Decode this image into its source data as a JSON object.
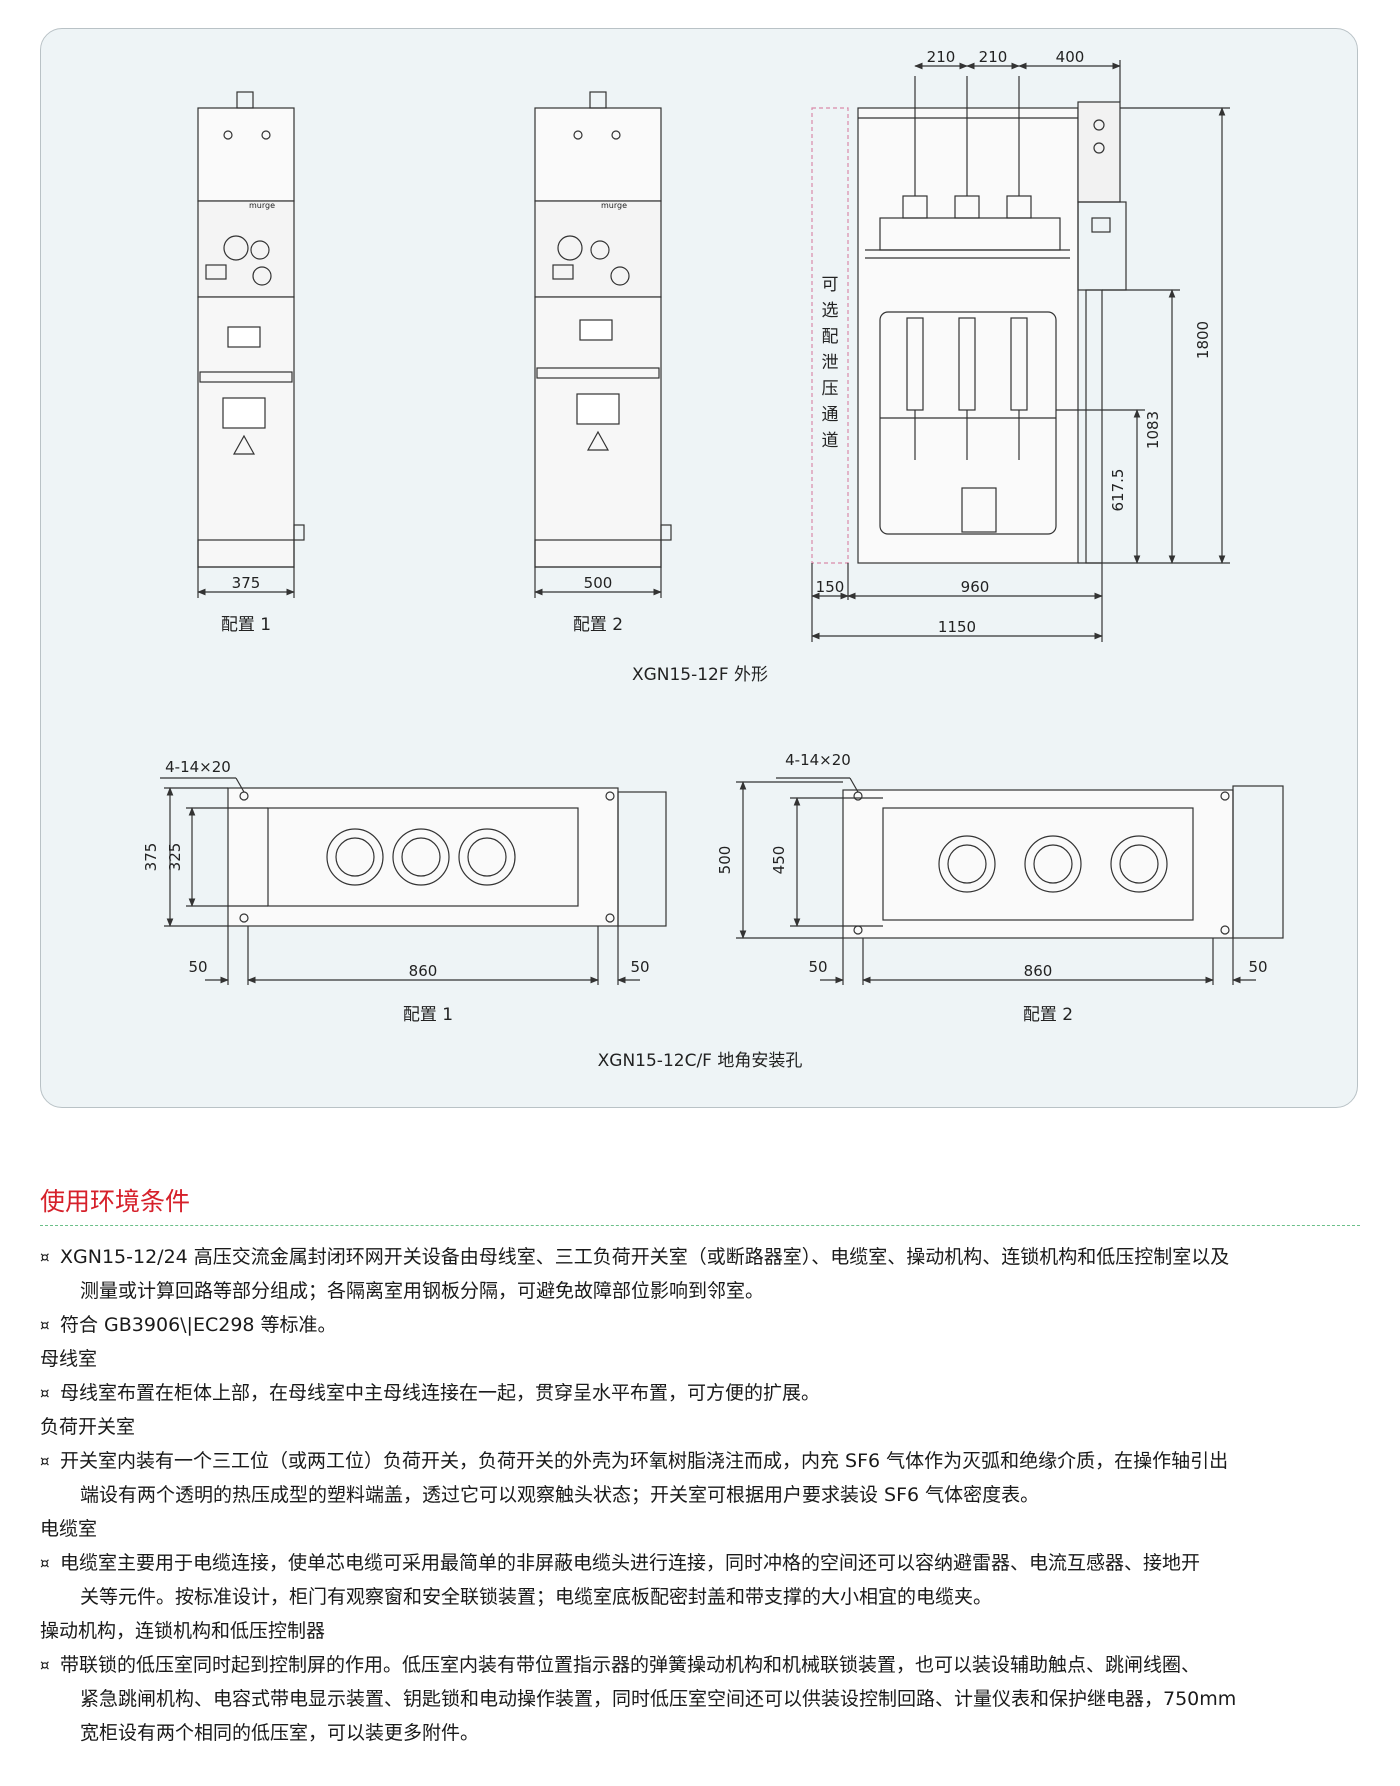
{
  "figure": {
    "front_views": [
      {
        "caption": "配置 1",
        "width_label": "375"
      },
      {
        "caption": "配置 2",
        "width_label": "500"
      }
    ],
    "side_view": {
      "top_dims": [
        "210",
        "210",
        "400"
      ],
      "height_total": "1800",
      "height_1083": "1083",
      "height_617": "617.5",
      "bottom_150": "150",
      "bottom_960": "960",
      "bottom_1150": "1150",
      "relief_channel": [
        "可",
        "选",
        "配",
        "泄",
        "压",
        "通",
        "道"
      ],
      "brand": "murge"
    },
    "outline_title": "XGN15-12F 外形",
    "plan_views": [
      {
        "caption": "配置 1",
        "hole_label": "4-14×20",
        "outer_depth": "375",
        "inner_depth": "325",
        "left": "50",
        "span": "860",
        "right": "50"
      },
      {
        "caption": "配置 2",
        "hole_label": "4-14×20",
        "outer_depth": "500",
        "inner_depth": "450",
        "left": "50",
        "span": "860",
        "right": "50"
      }
    ],
    "plan_title": "XGN15-12C/F 地角安装孔"
  },
  "section": {
    "title": "使用环境条件",
    "bullet_symbol": "¤",
    "paragraphs": [
      {
        "type": "bullet",
        "lines": [
          "XGN15-12/24 高压交流金属封闭环网开关设备由母线室、三工负荷开关室（或断路器室）、电缆室、操动机构、连锁机构和低压控制室以及",
          "测量或计算回路等部分组成；各隔离室用钢板分隔，可避免故障部位影响到邻室。"
        ]
      },
      {
        "type": "bullet",
        "lines": [
          "符合 GB3906\\|EC298 等标准。"
        ]
      },
      {
        "type": "heading",
        "lines": [
          "母线室"
        ]
      },
      {
        "type": "bullet",
        "lines": [
          "母线室布置在柜体上部，在母线室中主母线连接在一起，贯穿呈水平布置，可方便的扩展。"
        ]
      },
      {
        "type": "heading",
        "lines": [
          "负荷开关室"
        ]
      },
      {
        "type": "bullet",
        "lines": [
          "开关室内装有一个三工位（或两工位）负荷开关，负荷开关的外壳为环氧树脂浇注而成，内充 SF6 气体作为灭弧和绝缘介质，在操作轴引出",
          "端设有两个透明的热压成型的塑料端盖，透过它可以观察触头状态；开关室可根据用户要求装设 SF6 气体密度表。"
        ]
      },
      {
        "type": "heading",
        "lines": [
          "电缆室"
        ]
      },
      {
        "type": "bullet",
        "lines": [
          "电缆室主要用于电缆连接，使单芯电缆可采用最简单的非屏蔽电缆头进行连接，同时冲格的空间还可以容纳避雷器、电流互感器、接地开",
          "关等元件。按标准设计，柜门有观察窗和安全联锁装置；电缆室底板配密封盖和带支撑的大小相宜的电缆夹。"
        ]
      },
      {
        "type": "heading",
        "lines": [
          "操动机构，连锁机构和低压控制器"
        ]
      },
      {
        "type": "bullet",
        "lines": [
          "带联锁的低压室同时起到控制屏的作用。低压室内装有带位置指示器的弹簧操动机构和机械联锁装置，也可以装设辅助触点、跳闸线圈、",
          "紧急跳闸机构、电容式带电显示装置、钥匙锁和电动操作装置，同时低压室空间还可以供装设控制回路、计量仪表和保护继电器，750mm",
          "宽柜设有两个相同的低压室，可以装更多附件。"
        ]
      }
    ]
  }
}
